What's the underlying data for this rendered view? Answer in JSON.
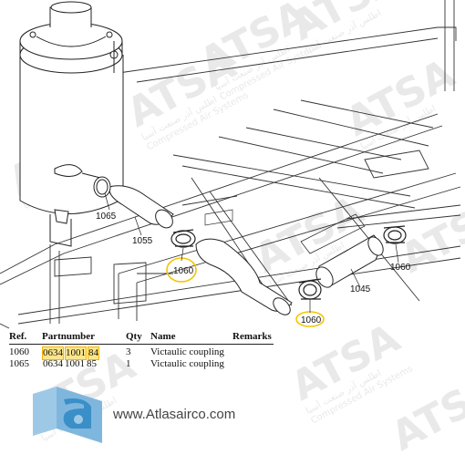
{
  "watermark": {
    "brand": "ATSA",
    "arabic_line": "اطلس آذر صنعت آسیا",
    "english_line": "Compressed Air Systems"
  },
  "callouts": {
    "c1065": "1065",
    "c1055": "1055",
    "c1060a": "1060",
    "c1060b": "1060",
    "c1060c": "1060",
    "c1045": "1045"
  },
  "highlight_color": "#f5c400",
  "table": {
    "headers": {
      "ref": "Ref.",
      "partnumber": "Partnumber",
      "qty": "Qty",
      "name": "Name",
      "remarks": "Remarks"
    },
    "rows": [
      {
        "ref": "1060",
        "part_segments": [
          "0634",
          "1001",
          "84"
        ],
        "qty": "3",
        "name": "Victaulic coupling",
        "remarks": ""
      },
      {
        "ref": "1065",
        "part_segments": [
          "0634",
          "1001",
          "85"
        ],
        "qty": "1",
        "name": "Victaulic coupling",
        "remarks": ""
      }
    ]
  },
  "logo": {
    "url_text": "www.Atlasairco.com",
    "colors": {
      "light": "#9ec9e6",
      "dark": "#3a8fc8"
    }
  }
}
